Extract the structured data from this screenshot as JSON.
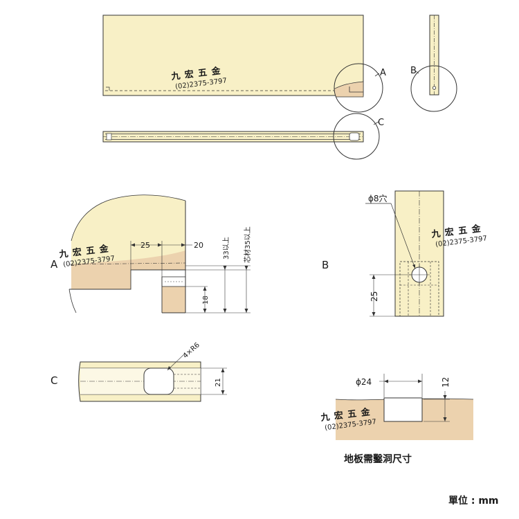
{
  "colors": {
    "panel": "#f8f0c6",
    "wood": "#ecd2ae",
    "wood_dark": "#e5c89c",
    "outline": "#333333",
    "background": "#ffffff"
  },
  "views": {
    "top_callout_a": "A",
    "top_callout_b": "B",
    "top_callout_c": "C",
    "detail_a_label": "A",
    "detail_b_label": "B",
    "detail_c_label": "C"
  },
  "dimensions": {
    "a_width_25": "25",
    "a_width_20": "20",
    "a_depth_33": "33以上",
    "a_core_35": "芯材35以上",
    "a_height_18": "18",
    "b_hole": "ϕ8穴",
    "b_distance_25": "25",
    "c_radius": "4×R6",
    "c_width_21": "21",
    "floor_diameter": "ϕ24",
    "floor_depth": "12"
  },
  "watermark": {
    "name": "九 宏 五 金",
    "phone": "(02)2375-3797"
  },
  "captions": {
    "floor_hole_title": "地板需鑿洞尺寸",
    "unit": "單位 : mm"
  }
}
